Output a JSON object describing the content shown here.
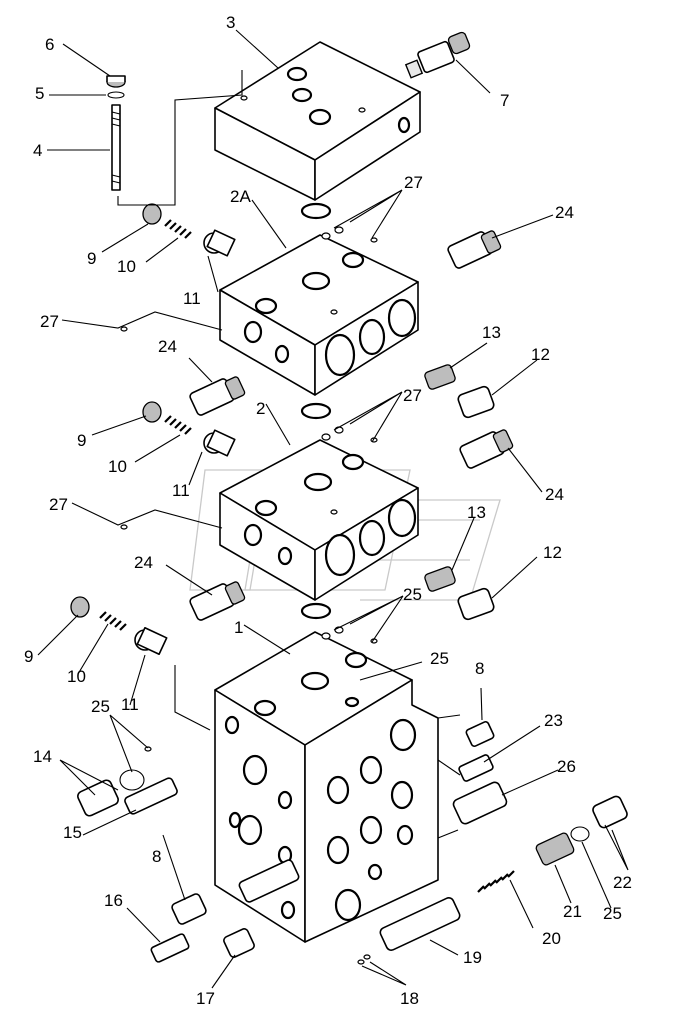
{
  "callouts": [
    {
      "id": "c1",
      "text": "1"
    },
    {
      "id": "c2",
      "text": "2"
    },
    {
      "id": "c2a",
      "text": "2A"
    },
    {
      "id": "c3",
      "text": "3"
    },
    {
      "id": "c4",
      "text": "4"
    },
    {
      "id": "c5",
      "text": "5"
    },
    {
      "id": "c6",
      "text": "6"
    },
    {
      "id": "c7",
      "text": "7"
    },
    {
      "id": "c8a",
      "text": "8"
    },
    {
      "id": "c8b",
      "text": "8"
    },
    {
      "id": "c9a",
      "text": "9"
    },
    {
      "id": "c9b",
      "text": "9"
    },
    {
      "id": "c9c",
      "text": "9"
    },
    {
      "id": "c10a",
      "text": "10"
    },
    {
      "id": "c10b",
      "text": "10"
    },
    {
      "id": "c10c",
      "text": "10"
    },
    {
      "id": "c11a",
      "text": "11"
    },
    {
      "id": "c11b",
      "text": "11"
    },
    {
      "id": "c11c",
      "text": "11"
    },
    {
      "id": "c12a",
      "text": "12"
    },
    {
      "id": "c12b",
      "text": "12"
    },
    {
      "id": "c13a",
      "text": "13"
    },
    {
      "id": "c13b",
      "text": "13"
    },
    {
      "id": "c14",
      "text": "14"
    },
    {
      "id": "c15",
      "text": "15"
    },
    {
      "id": "c16",
      "text": "16"
    },
    {
      "id": "c17",
      "text": "17"
    },
    {
      "id": "c18",
      "text": "18"
    },
    {
      "id": "c19",
      "text": "19"
    },
    {
      "id": "c20",
      "text": "20"
    },
    {
      "id": "c21",
      "text": "21"
    },
    {
      "id": "c22",
      "text": "22"
    },
    {
      "id": "c23",
      "text": "23"
    },
    {
      "id": "c24a",
      "text": "24"
    },
    {
      "id": "c24b",
      "text": "24"
    },
    {
      "id": "c24c",
      "text": "24"
    },
    {
      "id": "c24d",
      "text": "24"
    },
    {
      "id": "c25a",
      "text": "25"
    },
    {
      "id": "c25b",
      "text": "25"
    },
    {
      "id": "c25c",
      "text": "25"
    },
    {
      "id": "c25d",
      "text": "25"
    },
    {
      "id": "c26",
      "text": "26"
    },
    {
      "id": "c27a",
      "text": "27"
    },
    {
      "id": "c27b",
      "text": "27"
    },
    {
      "id": "c27c",
      "text": "27"
    },
    {
      "id": "c27d",
      "text": "27"
    }
  ]
}
